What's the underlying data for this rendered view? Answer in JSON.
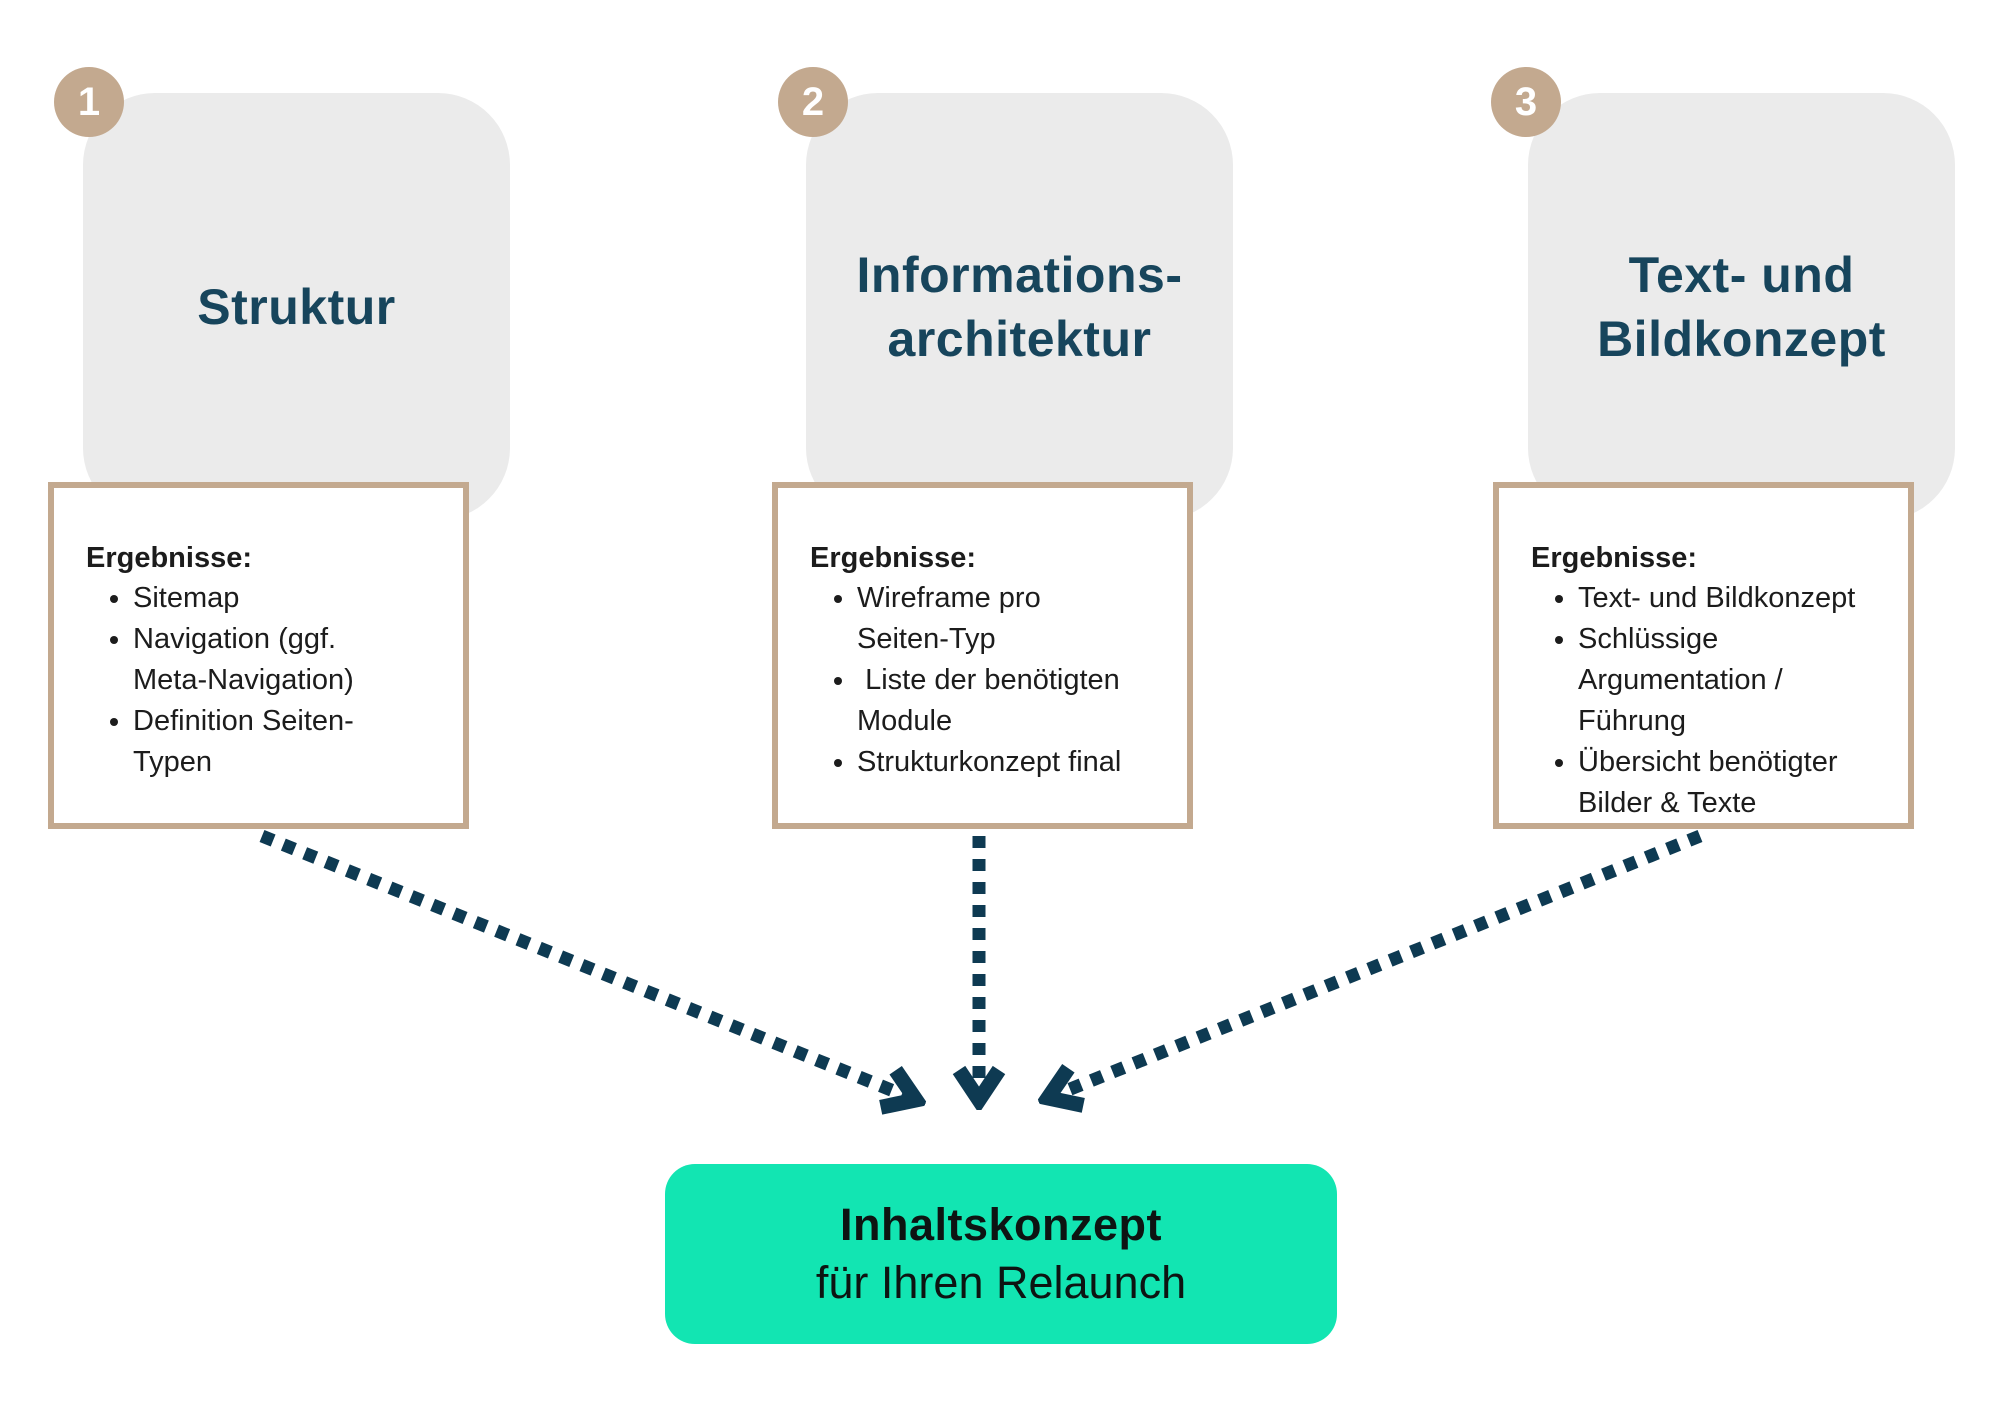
{
  "colors": {
    "beige": "#C3A98F",
    "cardGray": "#EBEBEB",
    "titleTeal": "#17455C",
    "arrowNavy": "#0E3A52",
    "accentGreen": "#12E5B2",
    "textDark": "#1C1C1C",
    "bannerText": "#0D1412"
  },
  "steps": [
    {
      "number": "1",
      "title": "Struktur",
      "results_label": "Ergebnisse:",
      "items": [
        "Sitemap",
        "Navigation (ggf. Meta-Navigation)",
        "Definition Seiten-Typen"
      ]
    },
    {
      "number": "2",
      "title": "Informations-\narchitektur",
      "results_label": "Ergebnisse:",
      "items": [
        "Wireframe pro Seiten-Typ",
        " Liste der benötigten Module",
        "Strukturkonzept final"
      ]
    },
    {
      "number": "3",
      "title": "Text- und\nBildkonzept",
      "results_label": "Ergebnisse:",
      "items": [
        "Text- und Bildkonzept",
        "Schlüssige Argumentation / Führung",
        "Übersicht benötigter Bilder & Texte"
      ]
    }
  ],
  "final": {
    "title": "Inhaltskonzept",
    "subtitle": "für Ihren Relaunch"
  }
}
